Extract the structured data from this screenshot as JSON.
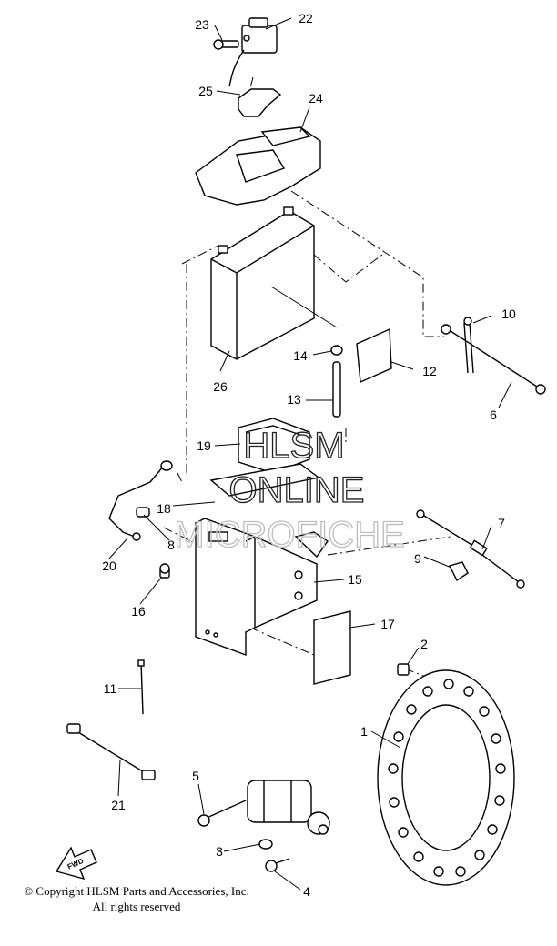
{
  "watermark": {
    "line1": "HLSM",
    "line2": "ONLINE",
    "line3": "MICROFICHE"
  },
  "callouts": [
    "1",
    "2",
    "3",
    "4",
    "5",
    "6",
    "7",
    "8",
    "9",
    "10",
    "11",
    "12",
    "13",
    "14",
    "15",
    "16",
    "17",
    "18",
    "19",
    "20",
    "21",
    "22",
    "23",
    "24",
    "25",
    "26"
  ],
  "fwd_label": "FWD",
  "copyright": {
    "line1": "© Copyright HLSM Parts and Accessories, Inc.",
    "line2": "All rights reserved"
  }
}
